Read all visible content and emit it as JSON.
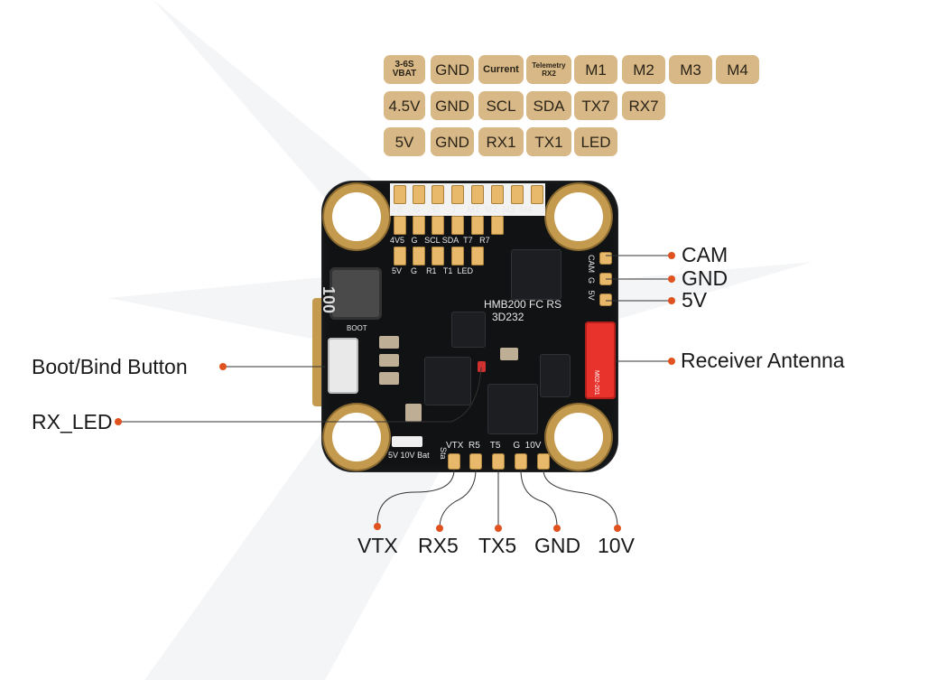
{
  "legend": {
    "row1": [
      {
        "line1": "3-6S",
        "line2": "VBAT"
      },
      {
        "text": "GND"
      },
      {
        "text": "Current"
      },
      {
        "line1": "Telemetry",
        "line2": "RX2"
      },
      {
        "text": "M1"
      },
      {
        "text": "M2"
      },
      {
        "text": "M3"
      },
      {
        "text": "M4"
      }
    ],
    "row2": [
      "4.5V",
      "GND",
      "SCL",
      "SDA",
      "TX7",
      "RX7"
    ],
    "row3": [
      "5V",
      "GND",
      "RX1",
      "TX1",
      "LED"
    ]
  },
  "board": {
    "silk_top_row": [
      "+B",
      "G",
      "C",
      "T",
      "M1",
      "M2",
      "M3",
      "M4"
    ],
    "silk_mid_row": [
      "4V5",
      "G",
      "SCL",
      "SDA",
      "T7",
      "R7"
    ],
    "silk_low_row": [
      "5V",
      "G",
      "R1",
      "T1",
      "LED"
    ],
    "name": "HMB200 FC RS",
    "code": "3D232",
    "inductor_label": "100",
    "boot_label": "BOOT",
    "right_pad_labels": [
      "CAM",
      "G",
      "5V"
    ],
    "bottom_pad_labels": [
      "VTX",
      "R5",
      "T5",
      "G",
      "10V"
    ],
    "status_labels": [
      "Sta",
      "5V",
      "10V",
      "Bat"
    ],
    "antenna_label": "M02-201"
  },
  "callouts": {
    "cam": "CAM",
    "gnd_right": "GND",
    "v5_right": "5V",
    "antenna": "Receiver Antenna",
    "boot": "Boot/Bind Button",
    "rx_led": "RX_LED",
    "vtx": "VTX",
    "rx5": "RX5",
    "tx5": "TX5",
    "gnd_bottom": "GND",
    "v10": "10V"
  },
  "colors": {
    "chip_bg": "#d8b887",
    "callout_dot": "#e0521f",
    "pad_gold": "#e8b96a",
    "antenna_red": "#e8322c"
  }
}
